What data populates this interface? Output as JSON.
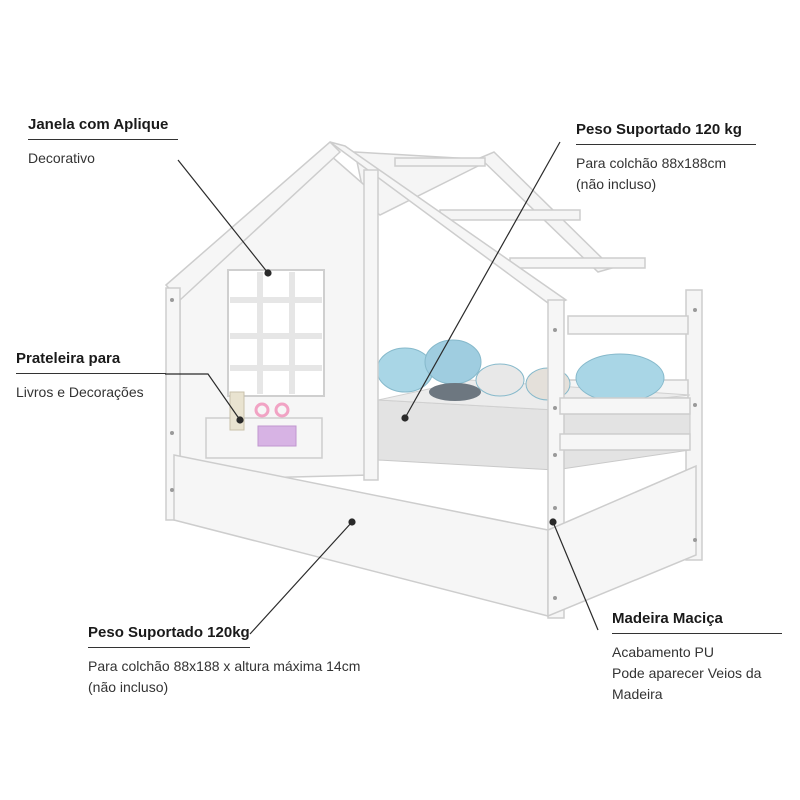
{
  "callouts": {
    "window": {
      "title": "Janela com Aplique",
      "line1": "Decorativo"
    },
    "weight_top": {
      "title": "Peso Suportado 120 kg",
      "line1": "Para colchão 88x188cm",
      "line2": "(não incluso)"
    },
    "shelf": {
      "title": "Prateleira para",
      "line1": "Livros e Decorações"
    },
    "weight_bottom": {
      "title": "Peso Suportado 120kg",
      "line1": "Para colchão 88x188 x altura máxima 14cm",
      "line2": "(não incluso)"
    },
    "wood": {
      "title": "Madeira Maciça",
      "line1": "Acabamento PU",
      "line2": "Pode aparecer Veios da",
      "line3": "Madeira"
    }
  },
  "colors": {
    "frame": "#f4f4f4",
    "frame_edge": "#cfcfcf",
    "mattress": "#e2e2e2",
    "pillow": "#a9d6e6",
    "leader": "#2a2a2a"
  }
}
